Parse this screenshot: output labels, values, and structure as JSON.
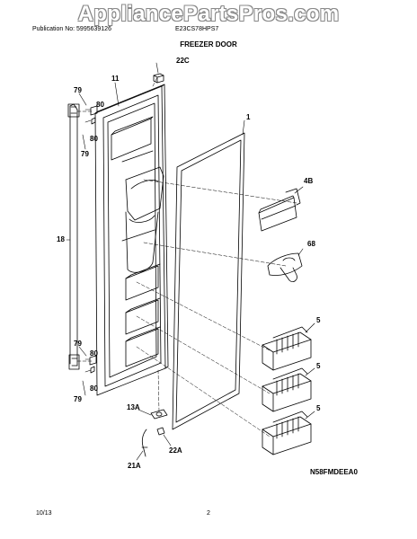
{
  "header": {
    "watermark": "AppliancePartsPros.com",
    "publication": "Publication No:  5995639126",
    "model": "E23CS78HPS7",
    "section_title": "FREEZER DOOR"
  },
  "callouts": {
    "c22C": "22C",
    "c11": "11",
    "c1": "1",
    "c79a": "79",
    "c80a": "80",
    "c80b": "80",
    "c79b": "79",
    "c18": "18",
    "c4B": "4B",
    "c68": "68",
    "c79c": "79",
    "c80c": "80",
    "c80d": "80",
    "c79d": "79",
    "c5a": "5",
    "c5b": "5",
    "c5c": "5",
    "c13A": "13A",
    "c22A": "22A",
    "c21A": "21A",
    "diagram_code": "N58FMDEEA0"
  },
  "footer": {
    "date": "10/13",
    "page": "2"
  }
}
